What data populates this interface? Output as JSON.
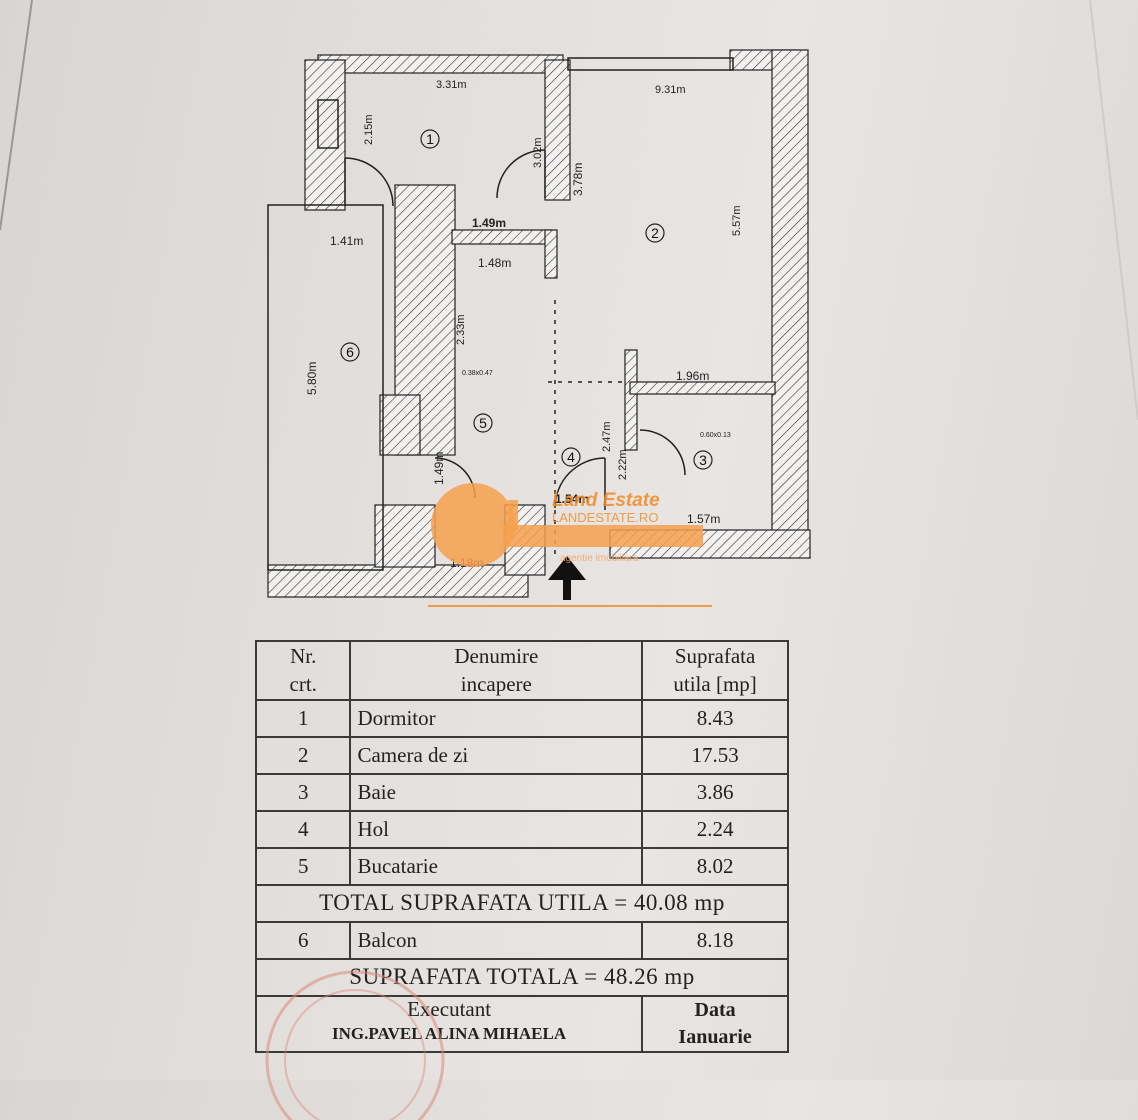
{
  "plan": {
    "dims": {
      "d_331": "3.31m",
      "d_931": "9.31m",
      "d_215": "2.15m",
      "d_302": "3.02m",
      "d_378": "3.78m",
      "d_557": "5.57m",
      "d_149a": "1.49m",
      "d_141": "1.41m",
      "d_148": "1.48m",
      "d_233": "2.33m",
      "d_580": "5.80m",
      "d_196": "1.96m",
      "d_247": "2.47m",
      "d_222": "2.22m",
      "d_149b": "1.49m",
      "d_154": "1.54m",
      "d_157": "1.57m",
      "d_118": "1.18m",
      "d_small1": "0.38x0.47",
      "d_small2": "0.60x0.13"
    },
    "room_numbers": [
      "1",
      "2",
      "3",
      "4",
      "5",
      "6"
    ]
  },
  "logo": {
    "name": "Land Estate",
    "sub": "LANDESTATE.RO",
    "tag": "agentie imobiliara"
  },
  "table": {
    "header": {
      "nr": "Nr.",
      "crt": "crt.",
      "den1": "Denumire",
      "den2": "incapere",
      "sup1": "Suprafata",
      "sup2": "utila [mp]"
    },
    "rows": [
      {
        "nr": "1",
        "name": "Dormitor",
        "area": "8.43"
      },
      {
        "nr": "2",
        "name": "Camera de zi",
        "area": "17.53"
      },
      {
        "nr": "3",
        "name": "Baie",
        "area": "3.86"
      },
      {
        "nr": "4",
        "name": "Hol",
        "area": "2.24"
      },
      {
        "nr": "5",
        "name": "Bucatarie",
        "area": "8.02"
      }
    ],
    "total_utila": "TOTAL SUPRAFATA UTILA = 40.08 mp",
    "balcon": {
      "nr": "6",
      "name": "Balcon",
      "area": "8.18"
    },
    "total": "SUPRAFATA TOTALA = 48.26 mp",
    "executant_label": "Executant",
    "executant_name": "ING.PAVEL ALINA MIHAELA",
    "data_label": "Data",
    "data_value": "Ianuarie"
  }
}
